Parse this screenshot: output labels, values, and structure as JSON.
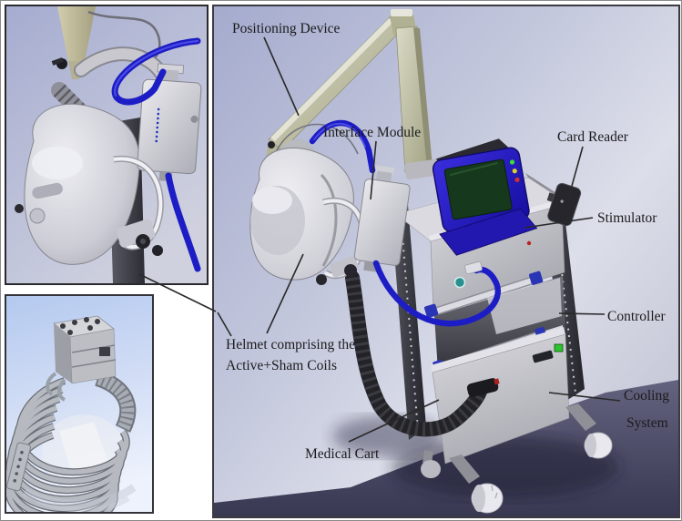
{
  "figure": {
    "description_type": "labeled-3d-technical-illustration",
    "labels": {
      "positioning_device": "Positioning Device",
      "interface_module": "Interface Module",
      "card_reader": "Card Reader",
      "stimulator": "Stimulator",
      "controller": "Controller",
      "helmet_line1": "Helmet comprising the",
      "helmet_line2": "Active+Sham Coils",
      "cooling_line1": "Cooling",
      "cooling_line2": "System",
      "medical_cart": "Medical Cart"
    },
    "colors": {
      "panel_background": "#b0b5d4",
      "floor": "#46465f",
      "cable_blue": "#2222cc",
      "arm_tan": "#c4c4a4",
      "device_gray": "#c8c8ce",
      "screen_bezel_blue": "#2a1ec4",
      "screen_green": "#16381c",
      "led_green": "#2ec22e",
      "label_text": "#1b1b1d",
      "leader_line": "#2a2a2a",
      "coil_inset_background": "#c5d4f1"
    }
  }
}
